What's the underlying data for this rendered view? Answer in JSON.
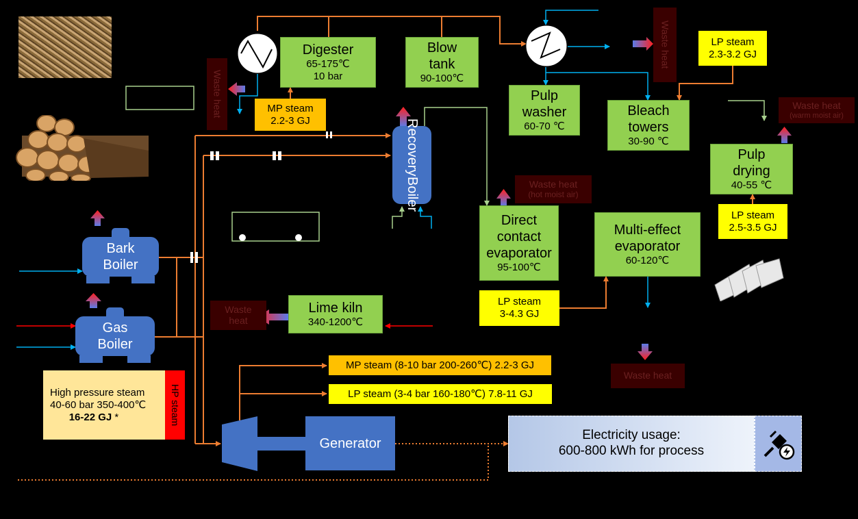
{
  "process": {
    "digester": {
      "name": "Digester",
      "temp": "65-175℃",
      "pressure": "10 bar"
    },
    "blow_tank": {
      "name_line1": "Blow",
      "name_line2": "tank",
      "temp": "90-100℃"
    },
    "pulp_washer": {
      "name_line1": "Pulp",
      "name_line2": "washer",
      "temp": "60-70 ℃"
    },
    "bleach_towers": {
      "name_line1": "Bleach",
      "name_line2": "towers",
      "temp": "30-90 ℃"
    },
    "pulp_drying": {
      "name_line1": "Pulp",
      "name_line2": "drying",
      "temp": "40-55 ℃"
    },
    "direct_contact_evaporator": {
      "name_line1": "Direct",
      "name_line2": "contact",
      "name_line3": "evaporator",
      "temp": "95-100℃"
    },
    "multi_effect_evaporator": {
      "name_line1": "Multi-effect",
      "name_line2": "evaporator",
      "temp": "60-120℃"
    },
    "lime_kiln": {
      "name": "Lime kiln",
      "temp": "340-1200℃"
    },
    "recovery_boiler": {
      "name_line1": "Recovery",
      "name_line2": "Boiler"
    },
    "bark_boiler": {
      "name_line1": "Bark",
      "name_line2": "Boiler"
    },
    "gas_boiler": {
      "name_line1": "Gas",
      "name_line2": "Boiler"
    },
    "generator": {
      "name": "Generator"
    }
  },
  "steam": {
    "mp_digester": {
      "label": "MP steam",
      "value": "2.2-3 GJ"
    },
    "lp_bleach": {
      "label": "LP steam",
      "value": "2.3-3.2 GJ"
    },
    "lp_drying": {
      "label": "LP steam",
      "value": "2.5-3.5 GJ"
    },
    "lp_evaporator": {
      "label": "LP steam",
      "value": "3-4.3 GJ"
    },
    "mp_turbine": "MP steam (8-10 bar 200-260℃) 2.2-3 GJ",
    "lp_turbine": "LP steam (3-4 bar 160-180℃) 7.8-11 GJ",
    "high_pressure": {
      "line1": "High pressure steam",
      "line2": "40-60 bar 350-400℃",
      "line3": "16-22 GJ",
      "asterisk": " *",
      "tag": "HP steam"
    }
  },
  "waste_heat": {
    "label": "Waste heat",
    "hot_moist_air": "(hot moist air)",
    "warm_moist_air": "(warm moist air)",
    "lime_kiln_line1": "Waste",
    "lime_kiln_line2": "heat"
  },
  "electricity": {
    "line1": "Electricity usage:",
    "line2": "600-800 kWh for process"
  },
  "colors": {
    "process_box": "#92d050",
    "lp_steam": "#ffff00",
    "mp_steam": "#ffc000",
    "hp_steam_tag": "#ff0000",
    "steam_line": "#ed7d31",
    "water_line": "#00b0f0",
    "waste_heat_box": "#3a0000",
    "boiler": "#4472c4"
  },
  "icons": [
    "heat-exchanger-icon",
    "electric-plug-icon",
    "wood-chips-photo",
    "log-pile-photo",
    "pulp-sheets-photo",
    "exhaust-arrow-icon"
  ]
}
